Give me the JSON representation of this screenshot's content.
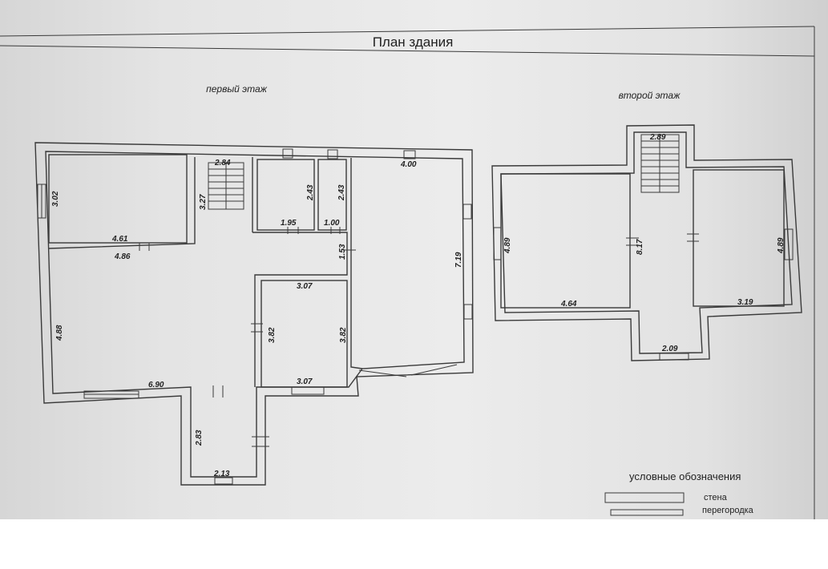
{
  "title": "План здания",
  "floor1_label": "первый этаж",
  "floor2_label": "второй этаж",
  "dimensions": {
    "f1_room1_h": "3.02",
    "f1_room1_w": "4.61",
    "f1_room2_top": "4.86",
    "f1_stair_w": "2.84",
    "f1_stair_h": "3.27",
    "f1_room3_h": "2.43",
    "f1_room3_w": "1.95",
    "f1_room4_h": "2.43",
    "f1_room4_w": "1.00",
    "f1_room5_w": "4.00",
    "f1_room5_h": "7.19",
    "f1_corridor": "1.53",
    "f1_room6_top": "3.07",
    "f1_room6_h_left": "3.82",
    "f1_room6_h_right": "3.82",
    "f1_room6_bottom": "3.07",
    "f1_room7_h": "4.88",
    "f1_room7_w": "6.90",
    "f1_porch_h": "2.83",
    "f1_porch_w": "2.13",
    "f2_stair_w": "2.89",
    "f2_left_h": "4.89",
    "f2_left_w": "4.64",
    "f2_center_h": "8.17",
    "f2_center_w": "2.09",
    "f2_right_h": "4.89",
    "f2_right_w": "3.19"
  },
  "legend": {
    "title": "условные обозначения",
    "wall": "стена",
    "partition": "перегородка"
  }
}
